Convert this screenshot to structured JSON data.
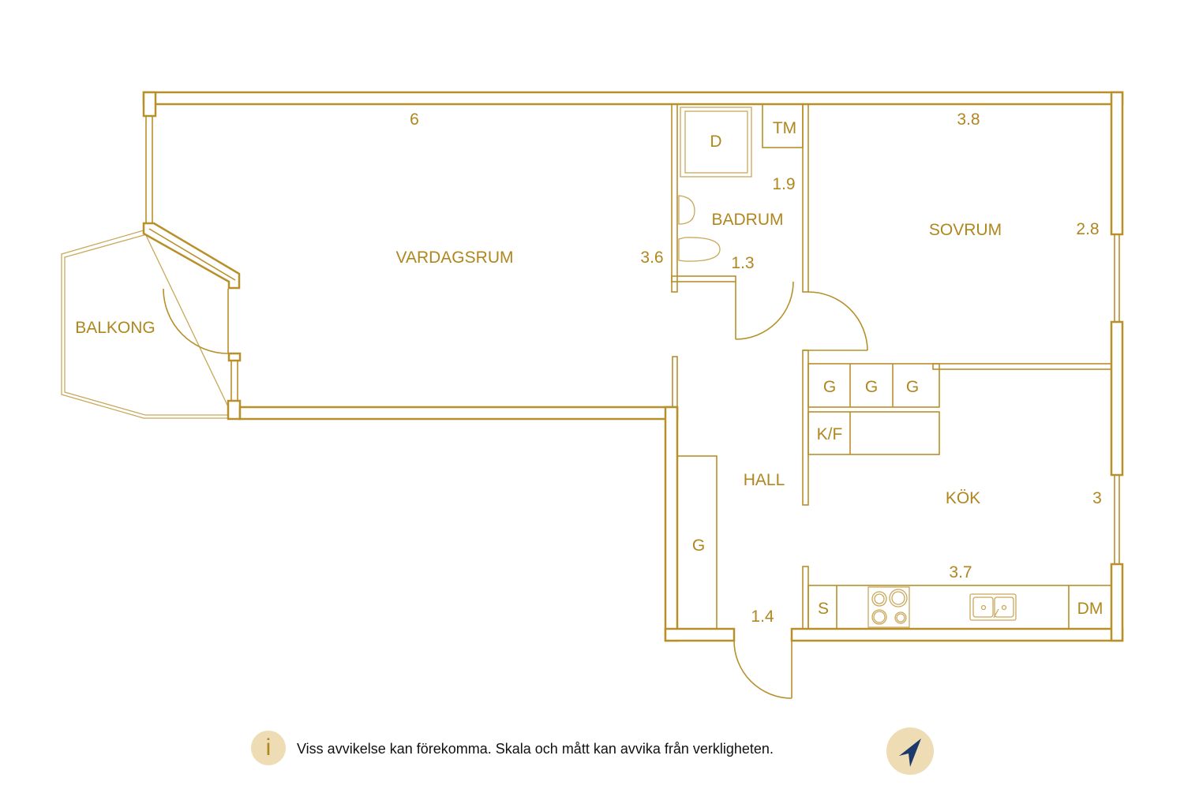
{
  "rooms": {
    "vardagsrum": "VARDAGSRUM",
    "balkong": "BALKONG",
    "badrum": "BADRUM",
    "sovrum": "SOVRUM",
    "hall": "HALL",
    "kok": "KÖK"
  },
  "fixtures": {
    "shower": "D",
    "washer": "TM",
    "wardrobes": [
      "G",
      "G",
      "G"
    ],
    "fridge": "K/F",
    "hall_wardrobe": "G",
    "storage": "S",
    "dishwasher": "DM"
  },
  "dimensions": {
    "vardagsrum_width": "6",
    "vardagsrum_depth": "3.6",
    "badrum_width": "1.9",
    "badrum_depth": "1.3",
    "sovrum_width": "3.8",
    "sovrum_depth": "2.8",
    "kok_width": "3.7",
    "kok_depth": "3",
    "hall_width": "1.4"
  },
  "footer": {
    "info_icon": "i",
    "disclaimer": "Viss avvikelse kan förekomma. Skala och mått kan avvika från verkligheten."
  },
  "colors": {
    "wall": "#b8902a",
    "text": "#b0861e",
    "badge": "#eddcb4",
    "compass": "#1b3a6b"
  }
}
